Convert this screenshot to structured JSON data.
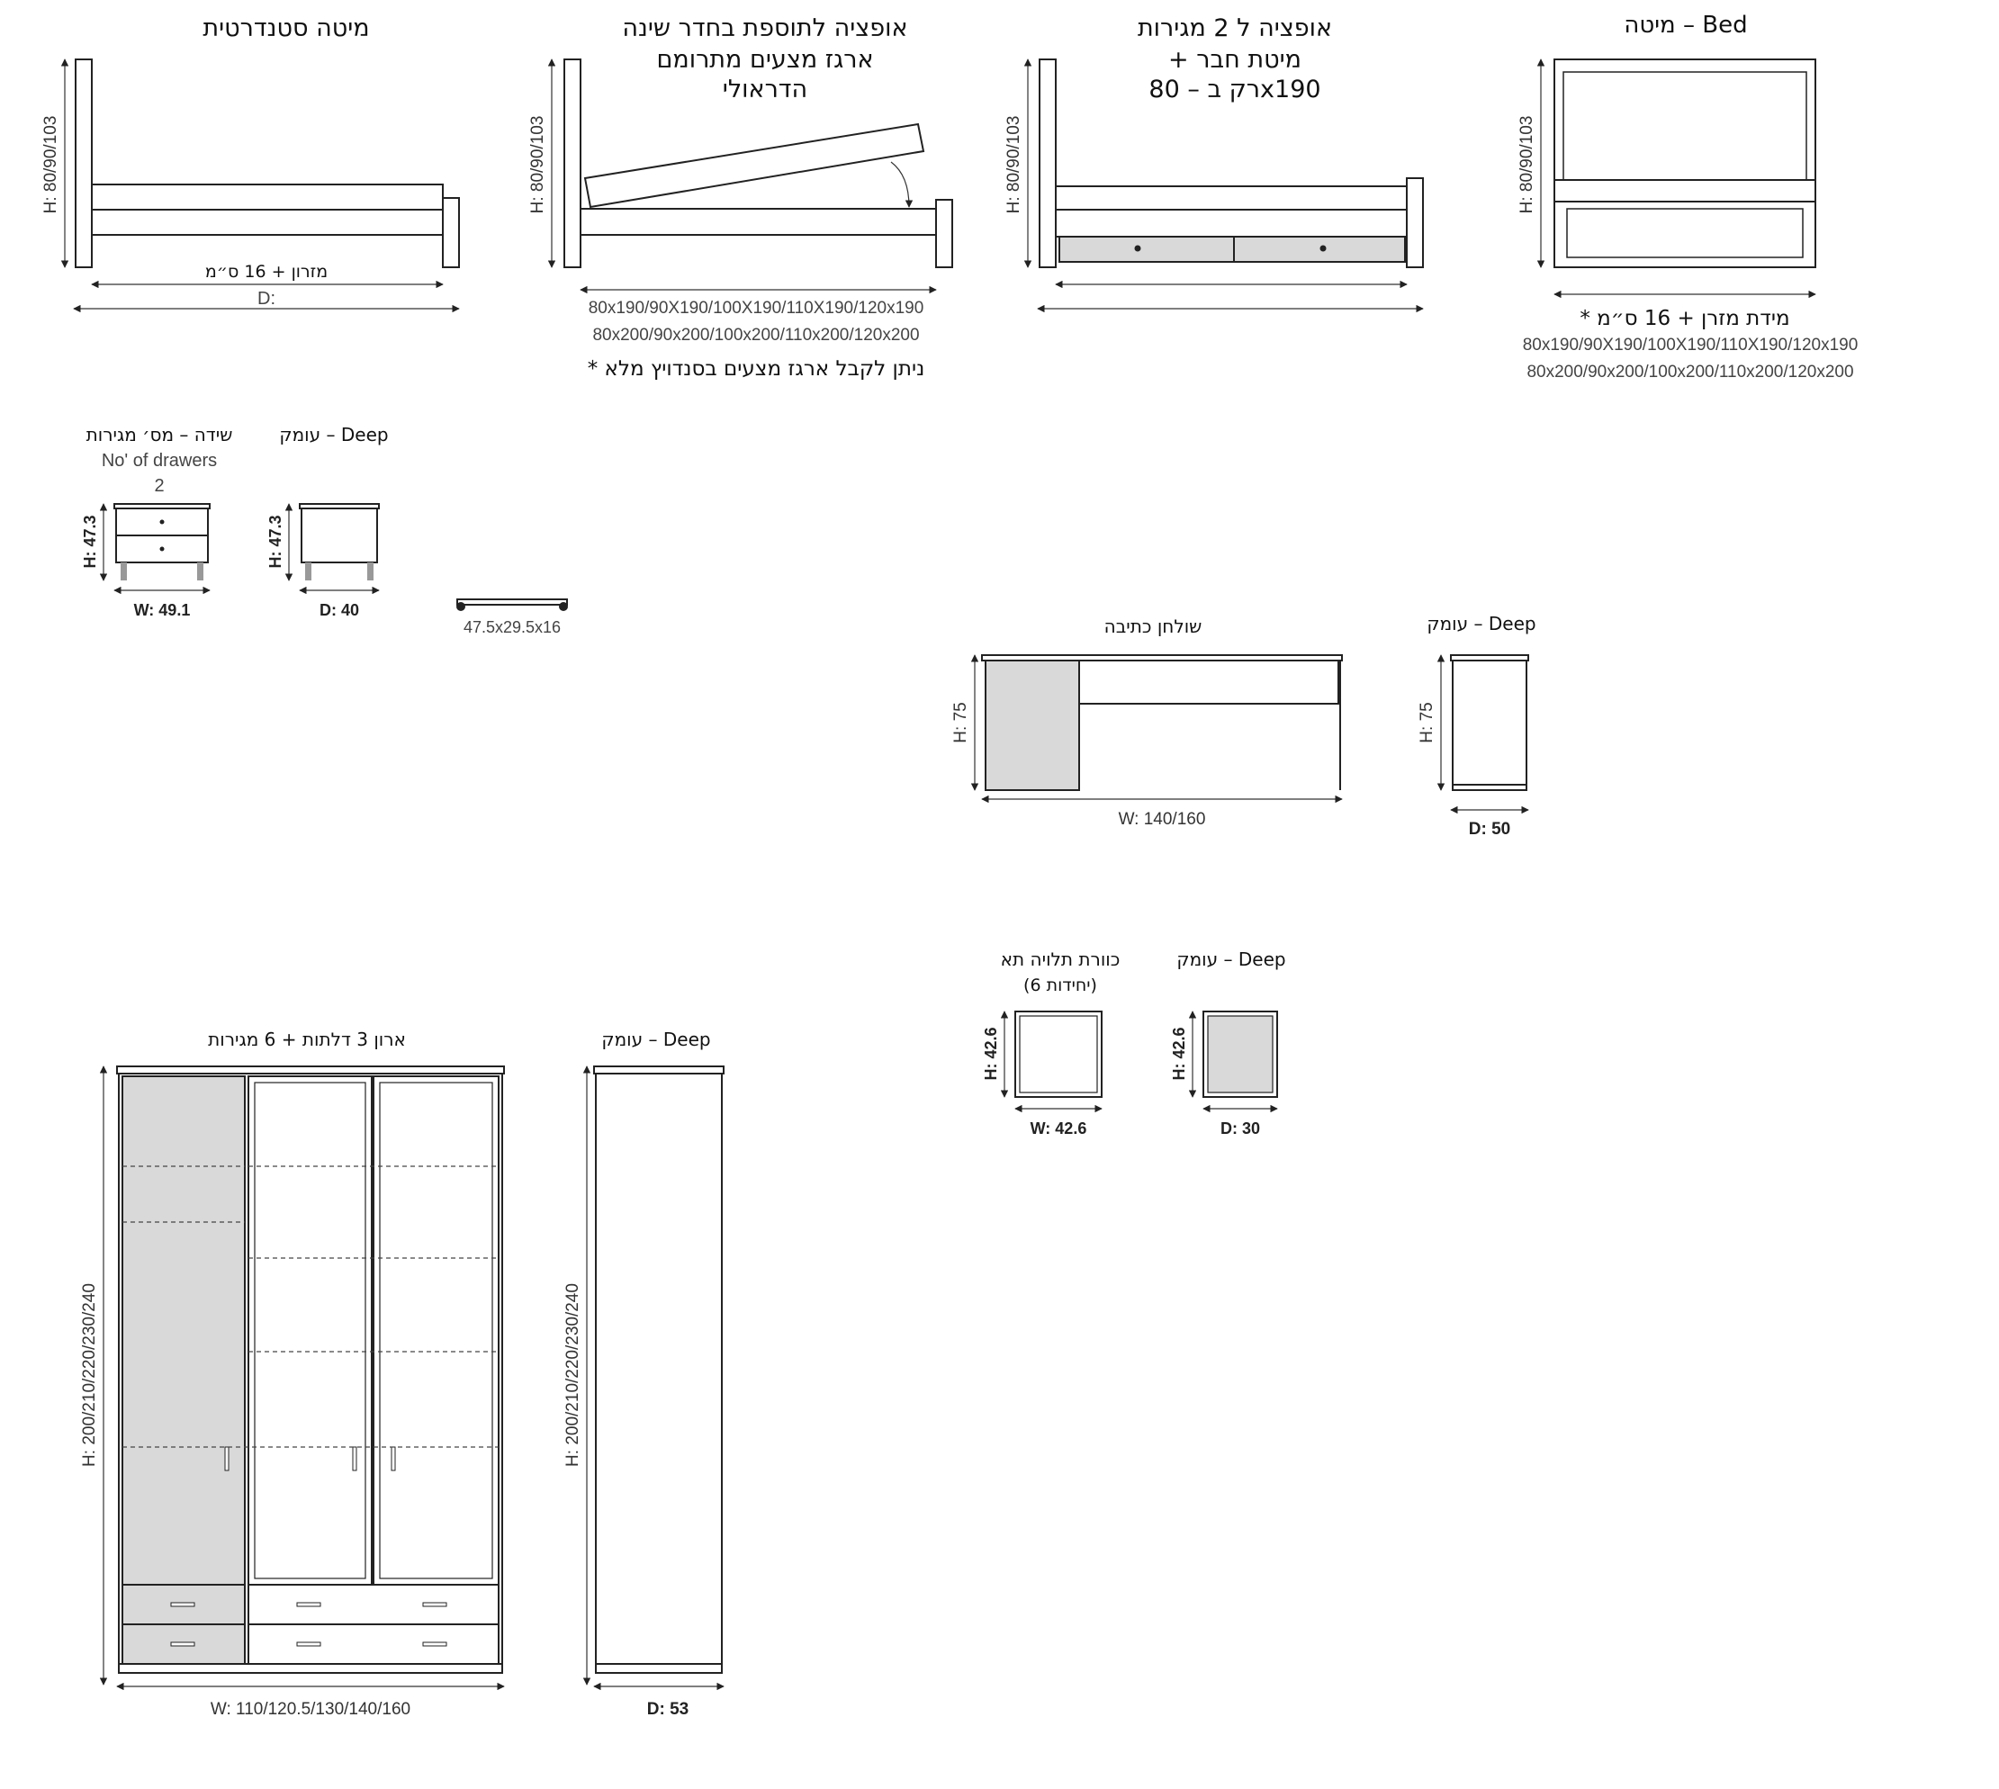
{
  "drawings": {
    "bed_standard": {
      "title": "מיטה סטנדרטית",
      "height_label": "H: 80/90/103",
      "inner_label": "מזרון + 16 ס״מ",
      "depth_label": "D:"
    },
    "bed_storage": {
      "title_line1": "אופציה לתוספת בחדר שינה",
      "title_line2": "ארגז מצעים מתרומם",
      "title_line3": "הדראולי",
      "height_label": "H: 80/90/103",
      "sizes_line1": "80x190/90X190/100X190/110X190/120x190",
      "sizes_line2": "80x200/90x200/100x200/110x200/120x200",
      "note": "* ניתן לקבל ארגז מצעים בסנדויץ מלא"
    },
    "bed_drawers": {
      "title_line1": "אופציה ל 2 מגירות",
      "title_line2": "+ מיטת חבר",
      "title_line3": "רק ב – 80x190",
      "height_label": "H: 80/90/103"
    },
    "bed_front": {
      "title": "מיטה – Bed",
      "height_label": "H: 80/90/103",
      "note": "* מידת מזרן + 16 ס״מ",
      "sizes_line1": "80x190/90X190/100X190/110X190/120x190",
      "sizes_line2": "80x200/90x200/100x200/110x200/120x200"
    },
    "nightstand": {
      "title": "שידה – מס׳ מגירות",
      "subtitle": "No' of drawers",
      "count": "2",
      "height_label": "H: 47.3",
      "width_label": "W: 49.1"
    },
    "nightstand_depth": {
      "title": "עומק – Deep",
      "height_label": "H: 47.3",
      "depth_label": "D: 40"
    },
    "trundle": {
      "size_label": "47.5x29.5x16"
    },
    "desk": {
      "title": "שולחן כתיבה",
      "height_label": "H: 75",
      "width_label": "W: 140/160"
    },
    "desk_depth": {
      "title": "עומק – Deep",
      "height_label": "H: 75",
      "depth_label": "D: 50"
    },
    "shelf": {
      "title": "כוורת תלויה תא",
      "subtitle": "(6 יחידות)",
      "height_label": "H: 42.6",
      "width_label": "W: 42.6"
    },
    "shelf_depth": {
      "title": "עומק – Deep",
      "height_label": "H: 42.6",
      "depth_label": "D: 30"
    },
    "wardrobe": {
      "title": "ארון 3 דלתות + 6 מגירות",
      "height_label": "H: 200/210/220/230/240",
      "width_label": "W: 110/120.5/130/140/160"
    },
    "wardrobe_depth": {
      "title": "עומק – Deep",
      "height_label": "H: 200/210/220/230/240",
      "depth_label": "D: 53"
    }
  }
}
